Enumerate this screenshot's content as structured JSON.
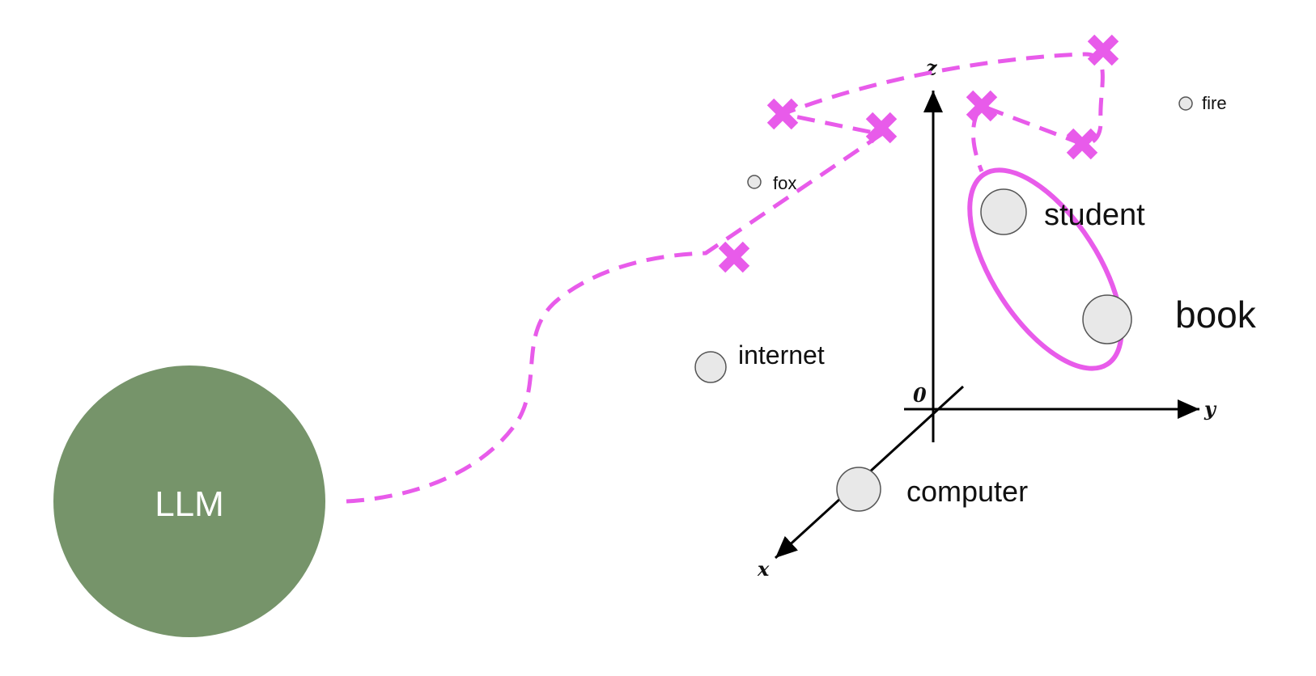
{
  "llm": {
    "label": "LLM",
    "color": "#76946A"
  },
  "path_color": "#E85BEA",
  "word_point_color": "#E8E8E8",
  "axes": {
    "origin": "0",
    "x": "x",
    "y": "y",
    "z": "z"
  },
  "words": [
    {
      "id": "fox",
      "label": "fox",
      "size": "small"
    },
    {
      "id": "fire",
      "label": "fire",
      "size": "small"
    },
    {
      "id": "internet",
      "label": "internet",
      "size": "medium"
    },
    {
      "id": "student",
      "label": "student",
      "size": "large"
    },
    {
      "id": "book",
      "label": "book",
      "size": "large"
    },
    {
      "id": "computer",
      "label": "computer",
      "size": "large"
    }
  ],
  "highlighted_group": [
    "student",
    "book"
  ],
  "trajectory_marker_count": 6
}
